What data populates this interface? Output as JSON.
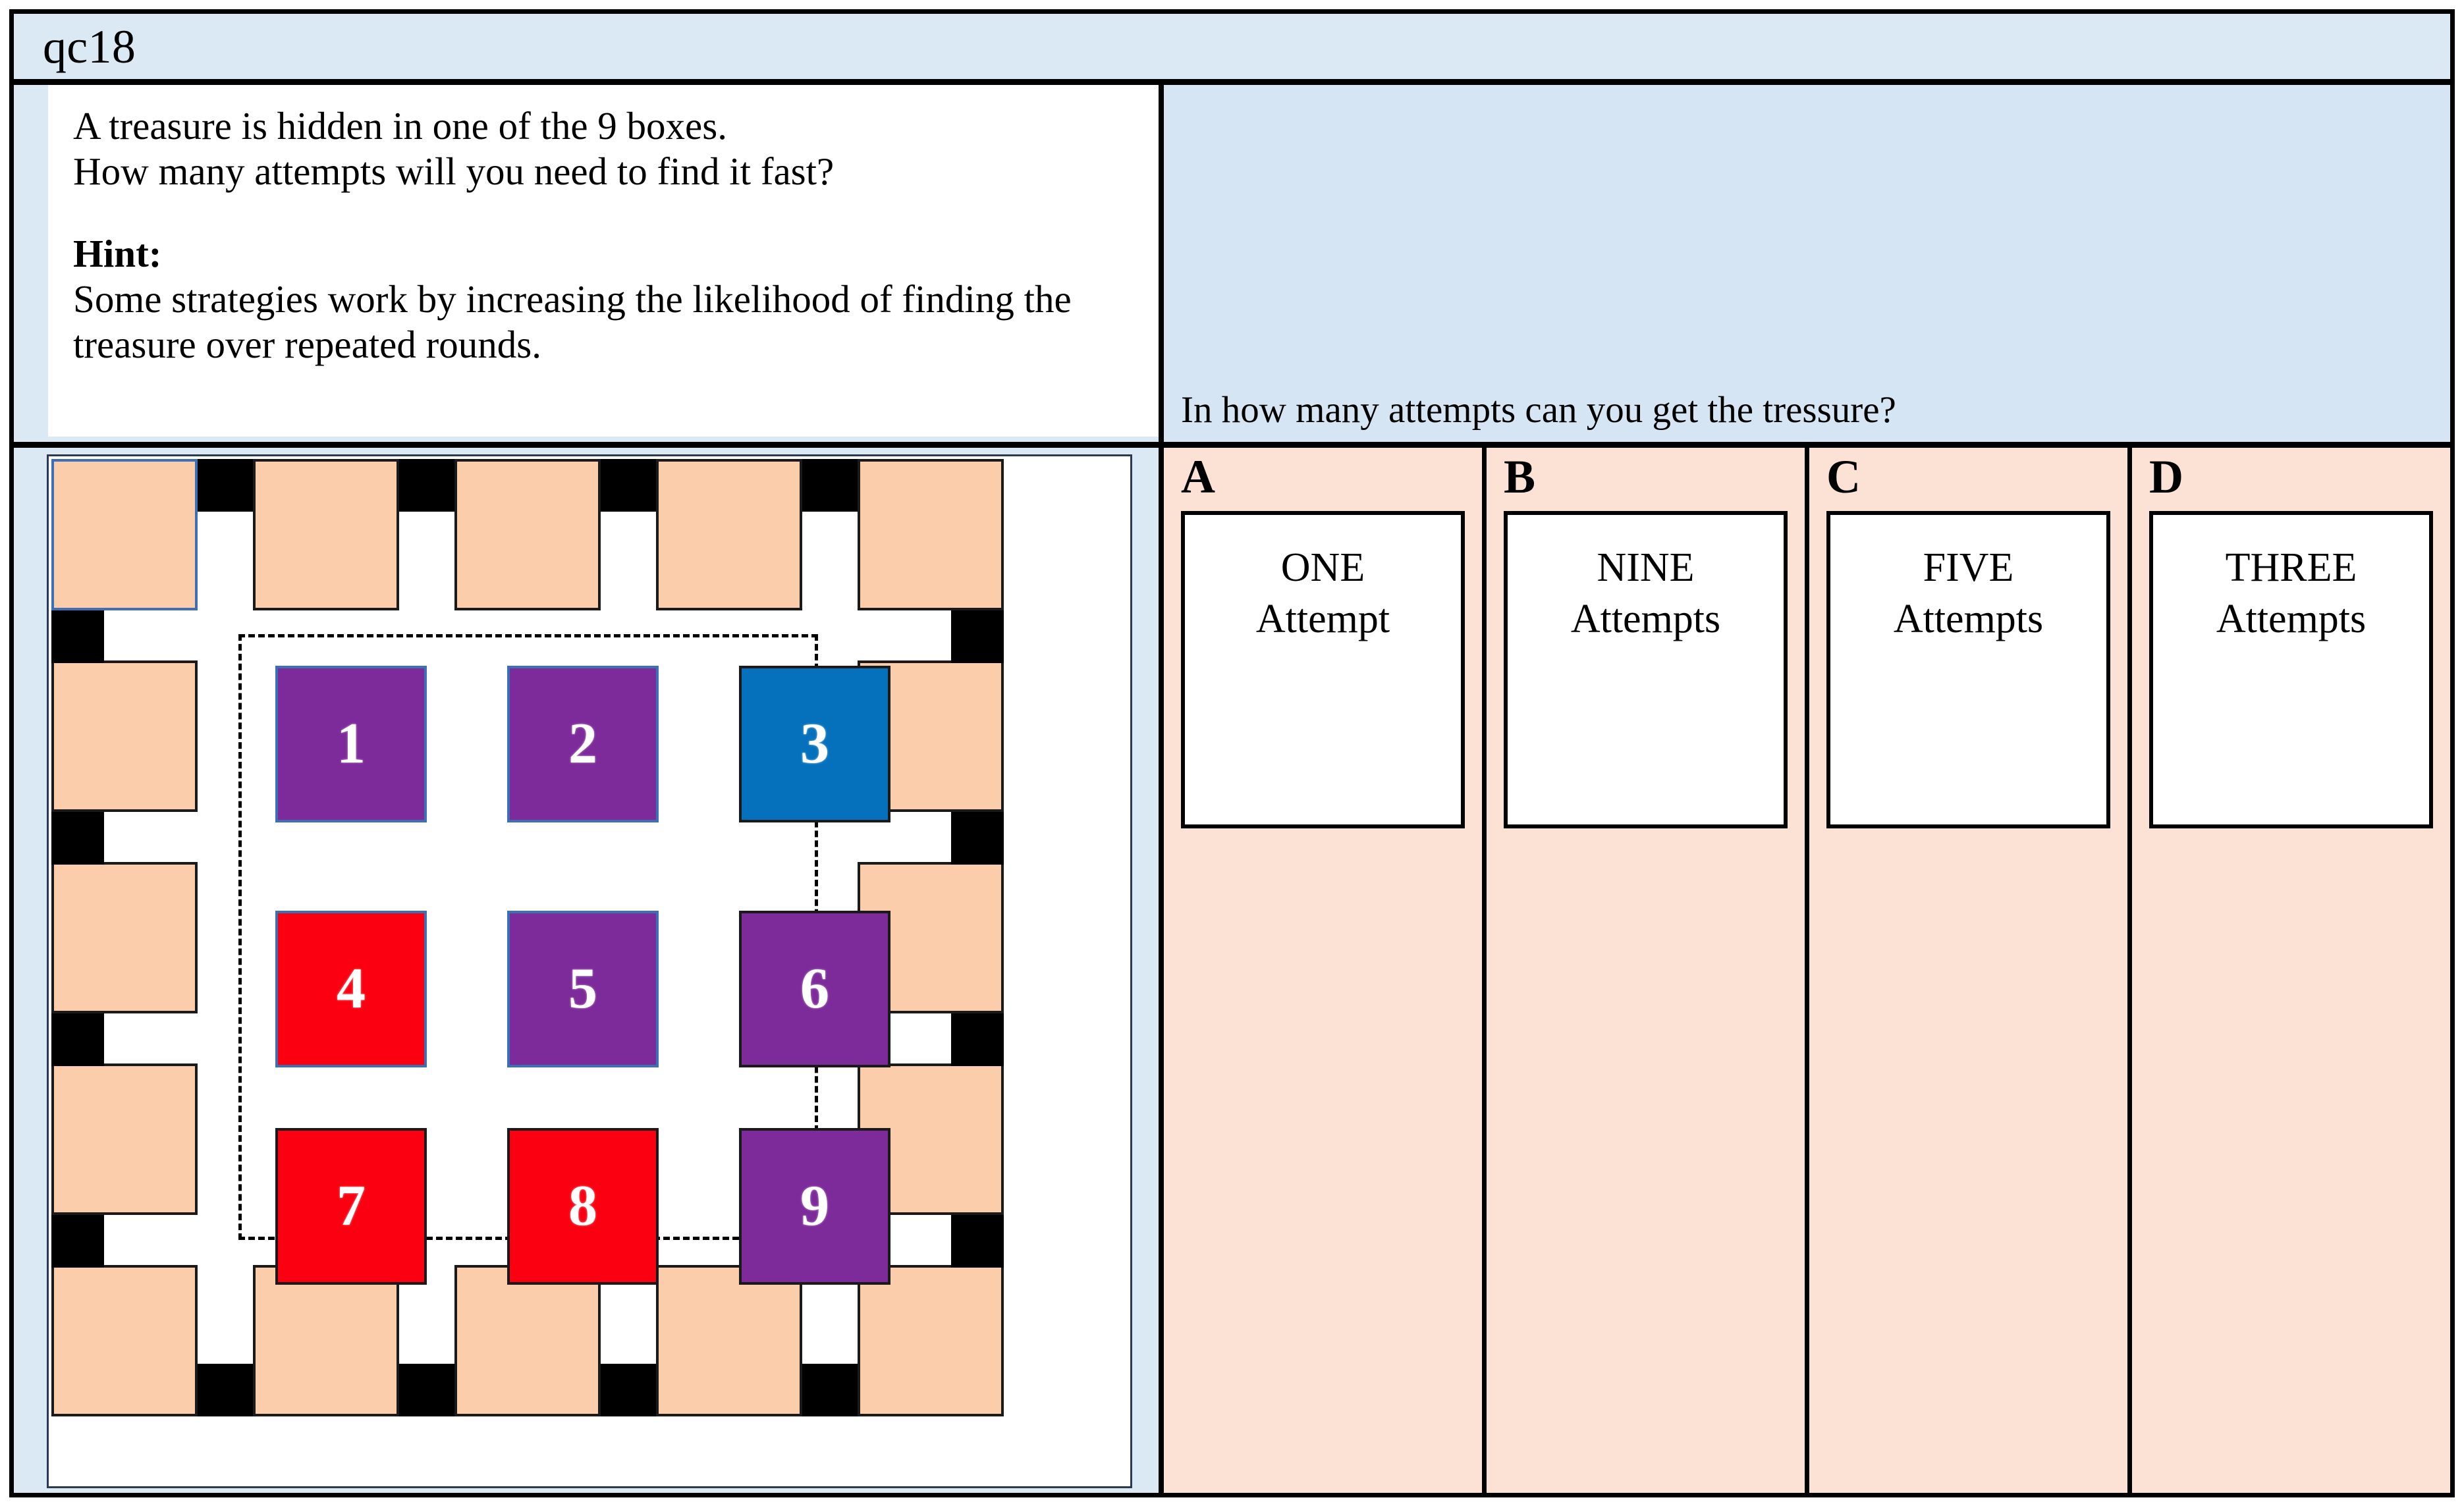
{
  "slide": {
    "title": "qc18",
    "colors": {
      "header_blue": "#DBE9F5",
      "panel_blue": "#D6E5F3",
      "option_peach": "#FBE2D5",
      "box_peach": "#FBCDAB",
      "tile_purple": "#7D2A9B",
      "tile_red": "#FA0010",
      "tile_blue": "#0571BD",
      "selection_blue": "#3D6FB5",
      "black": "#000000"
    }
  },
  "prompt": {
    "line1": "A treasure is hidden in one of the 9 boxes.",
    "line2": "How many attempts will you need to find it fast?",
    "hint_label": "Hint:",
    "hint_line1": "Some strategies work by increasing the likelihood of finding the",
    "hint_line2": "treasure over repeated rounds."
  },
  "question": {
    "text": "In how many attempts can you get the tressure?"
  },
  "puzzle": {
    "grid_label": "3x3 numbered tile grid inside dashed boundary",
    "tiles": [
      {
        "number": "1",
        "color": "#7D2A9B",
        "border": "blue"
      },
      {
        "number": "2",
        "color": "#7D2A9B",
        "border": "blue"
      },
      {
        "number": "3",
        "color": "#0571BD",
        "border": "black"
      },
      {
        "number": "4",
        "color": "#FA0010",
        "border": "blue"
      },
      {
        "number": "5",
        "color": "#7D2A9B",
        "border": "blue"
      },
      {
        "number": "6",
        "color": "#7D2A9B",
        "border": "black"
      },
      {
        "number": "7",
        "color": "#FA0010",
        "border": "black"
      },
      {
        "number": "8",
        "color": "#FA0010",
        "border": "black"
      },
      {
        "number": "9",
        "color": "#7D2A9B",
        "border": "black"
      }
    ]
  },
  "options": [
    {
      "letter": "A",
      "main": "ONE",
      "sub": "Attempt"
    },
    {
      "letter": "B",
      "main": "NINE",
      "sub": "Attempts"
    },
    {
      "letter": "C",
      "main": "FIVE",
      "sub": "Attempts"
    },
    {
      "letter": "D",
      "main": "THREE",
      "sub": "Attempts"
    }
  ]
}
